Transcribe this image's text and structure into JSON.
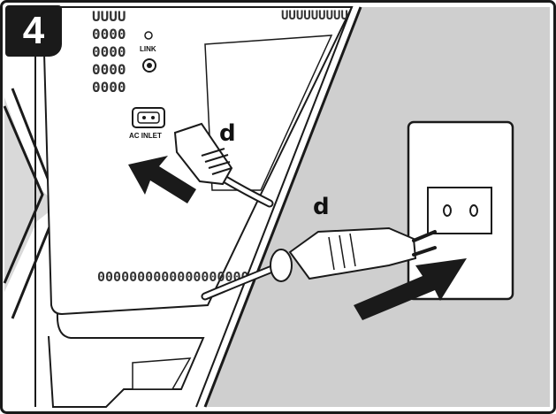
{
  "step": {
    "number": "4"
  },
  "labels": {
    "link": "LINK",
    "ac_inlet": "AC INLET",
    "cable_left": "d",
    "cable_right": "d"
  },
  "vents": {
    "column_row": "0000",
    "top_partial": "UUUU",
    "top_right": "UUUUUUUUU",
    "bottom_row": "0000000000000000000"
  },
  "colors": {
    "background_right": "#cfcfcf",
    "background_left_strip": "#d9d9d9",
    "panel": "#ffffff",
    "outline": "#1a1a1a",
    "arrow": "#1a1a1a"
  }
}
